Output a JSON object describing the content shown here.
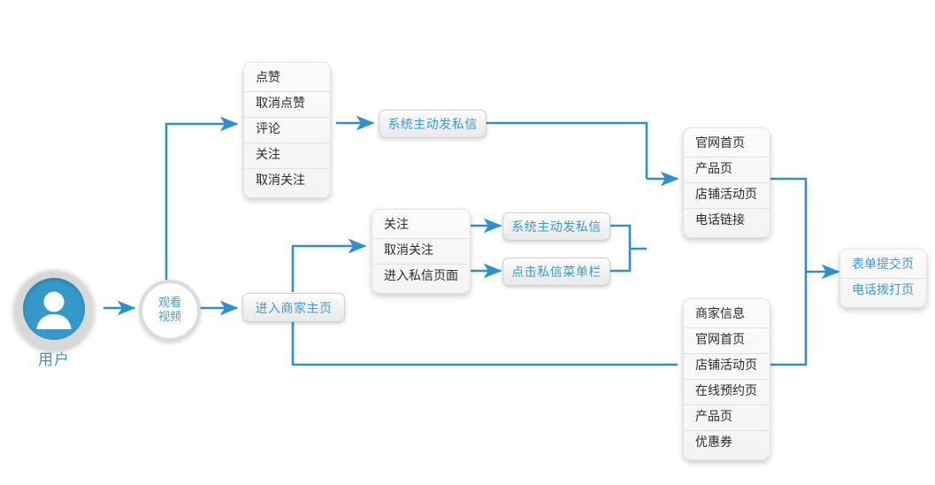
{
  "diagram": {
    "title": "user journey flow",
    "accent_color": "#2f8fd0",
    "node_text_color": "#3d9ad0",
    "avatar_color": "#3498ca",
    "ring_color": "#d8d8d8"
  },
  "actor": {
    "label": "用户",
    "icon": "user-icon"
  },
  "nodes": {
    "watch_video": "观看\n视频",
    "watch_video_line1": "观看",
    "watch_video_line2": "视频",
    "enter_merchant_home": "进入商家主页"
  },
  "video_actions": {
    "items": [
      "点赞",
      "取消点赞",
      "评论",
      "关注",
      "取消关注"
    ]
  },
  "merchant_actions": {
    "items": [
      "关注",
      "取消关注",
      "进入私信页面"
    ]
  },
  "messages": {
    "system_dm_top": "系统主动发私信",
    "system_dm_mid": "系统主动发私信",
    "click_dm_menu": "点击私信菜单栏"
  },
  "landing_top": {
    "items": [
      "官网首页",
      "产品页",
      "店铺活动页",
      "电话链接"
    ]
  },
  "landing_bottom": {
    "items": [
      "商家信息",
      "官网首页",
      "店铺活动页",
      "在线预约页",
      "产品页",
      "优惠券"
    ]
  },
  "conversion": {
    "items": [
      "表单提交页",
      "电话拨打页"
    ]
  }
}
